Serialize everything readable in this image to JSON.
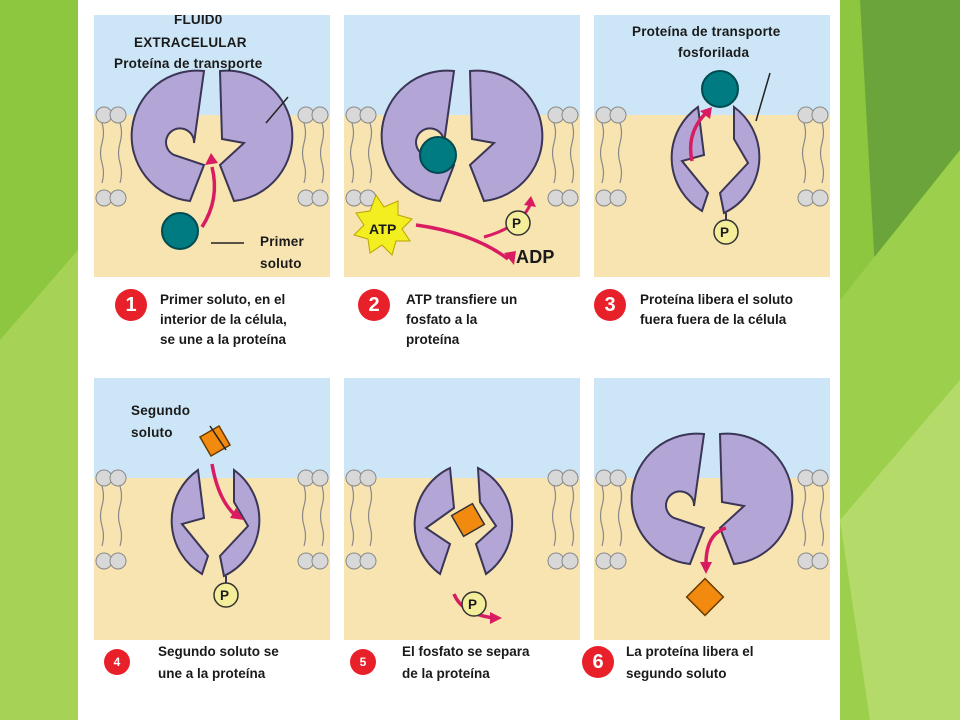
{
  "colors": {
    "extracellular": "#cde6f7",
    "cytoplasm": "#f8e4b0",
    "protein": "#b3a6d6",
    "protein_outline": "#3b3556",
    "solute_primary": "#007b82",
    "solute_secondary": "#f28a10",
    "arrow": "#d91c61",
    "phosphate": "#f4ee9a",
    "badge": "#e8202a",
    "decor_green": "#8dc63f"
  },
  "steps": [
    {
      "number": "1",
      "description": [
        "Primer soluto, en el",
        "interior de la célula,",
        "se une a la proteína"
      ]
    },
    {
      "number": "2",
      "description": [
        "ATP transfiere un",
        "fosfato a la",
        "proteína"
      ]
    },
    {
      "number": "3",
      "description": [
        "Proteína libera el soluto",
        "fuera fuera de la célula"
      ]
    },
    {
      "number": "4",
      "description": [
        "Segundo soluto se",
        "une a la proteína"
      ]
    },
    {
      "number": "5",
      "description": [
        "El fosfato se separa",
        "de la proteína"
      ]
    },
    {
      "number": "6",
      "description": [
        "La proteína libera el",
        "segundo soluto"
      ]
    }
  ],
  "labels": {
    "extracellular": [
      "FLUID0",
      "EXTRACELULAR"
    ],
    "transport_protein": "Proteína de transporte",
    "first_solute": [
      "Primer",
      "soluto"
    ],
    "phosphorylated_protein": [
      "Proteína de transporte",
      "fosforilada"
    ],
    "second_solute": [
      "Segundo",
      "soluto"
    ],
    "atp": "ATP",
    "adp": "ADP",
    "phosphate": "P"
  }
}
